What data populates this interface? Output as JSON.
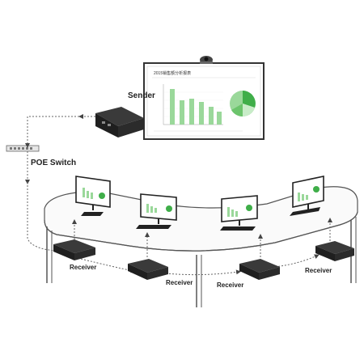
{
  "labels": {
    "sender": "Sender",
    "switch": "POE Switch",
    "receivers": [
      "Receiver",
      "Receiver",
      "Receiver",
      "Receiver"
    ]
  },
  "display": {
    "title": "2015销售额分析报表",
    "subtitle": ""
  },
  "colors": {
    "accent_green": "#3fae49",
    "light_green": "#9ad89a",
    "desk_stroke": "#555555",
    "dash_line": "#666666",
    "device_dark": "#2b2b2b"
  },
  "icons": {
    "camera": "webcam-icon",
    "link": "dashed-cable",
    "arrow": "arrow-head"
  }
}
